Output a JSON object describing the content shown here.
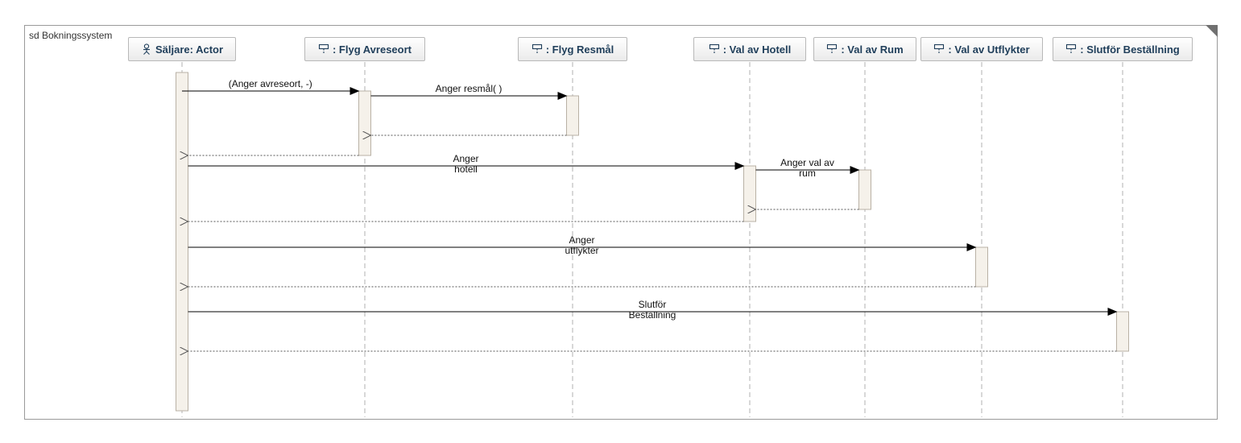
{
  "frame": {
    "title": "sd Bokningssystem"
  },
  "lifelines": [
    {
      "id": "actor",
      "label": "Säljare: Actor",
      "icon": "actor-icon",
      "center": 226,
      "width": 134
    },
    {
      "id": "avreseort",
      "label": ": Flyg Avreseort",
      "icon": "lifeline-icon",
      "center": 453,
      "width": 150
    },
    {
      "id": "resmal",
      "label": ": Flyg Resmål",
      "icon": "lifeline-icon",
      "center": 711,
      "width": 136
    },
    {
      "id": "hotell",
      "label": ": Val av Hotell",
      "icon": "lifeline-icon",
      "center": 931,
      "width": 140
    },
    {
      "id": "rum",
      "label": ": Val av Rum",
      "icon": "lifeline-icon",
      "center": 1074,
      "width": 128
    },
    {
      "id": "utflykter",
      "label": ": Val av Utflykter",
      "icon": "lifeline-icon",
      "center": 1219,
      "width": 152
    },
    {
      "id": "slutfor",
      "label": ": Slutför Beställning",
      "icon": "lifeline-icon",
      "center": 1394,
      "width": 174
    }
  ],
  "messages": [
    {
      "name": "msg-anger-avreseort",
      "from": "actor",
      "to": "avreseort",
      "label": [
        "(Anger avreseort, -)"
      ],
      "kind": "sync"
    },
    {
      "name": "msg-anger-resmal",
      "from": "avreseort",
      "to": "resmal",
      "label": [
        "Anger resmål( )"
      ],
      "kind": "sync"
    },
    {
      "name": "return-resmal",
      "from": "resmal",
      "to": "avreseort",
      "label": [],
      "kind": "return"
    },
    {
      "name": "return-avreseort",
      "from": "avreseort",
      "to": "actor",
      "label": [],
      "kind": "return"
    },
    {
      "name": "msg-anger-hotell",
      "from": "actor",
      "to": "hotell",
      "label": [
        "Anger",
        "hotell"
      ],
      "kind": "sync"
    },
    {
      "name": "msg-anger-val-av-rum",
      "from": "hotell",
      "to": "rum",
      "label": [
        "Anger val av",
        "rum"
      ],
      "kind": "sync"
    },
    {
      "name": "return-rum",
      "from": "rum",
      "to": "hotell",
      "label": [],
      "kind": "return"
    },
    {
      "name": "return-hotell",
      "from": "hotell",
      "to": "actor",
      "label": [],
      "kind": "return"
    },
    {
      "name": "msg-anger-utflykter",
      "from": "actor",
      "to": "utflykter",
      "label": [
        "Anger",
        "utflykter"
      ],
      "kind": "sync"
    },
    {
      "name": "return-utflykter",
      "from": "utflykter",
      "to": "actor",
      "label": [],
      "kind": "return"
    },
    {
      "name": "msg-slutfor-bestallning",
      "from": "actor",
      "to": "slutfor",
      "label": [
        "Slutför",
        "Beställning"
      ],
      "kind": "sync"
    },
    {
      "name": "return-slutfor",
      "from": "slutfor",
      "to": "actor",
      "label": [],
      "kind": "return"
    }
  ],
  "colors": {
    "activation_fill": "#f5f1ea",
    "activation_stroke": "#b9b1a5",
    "lifeline_dash": "#b0b0b0",
    "arrow": "#000000",
    "return_line": "#555555",
    "header_text": "#1f3e5a"
  }
}
